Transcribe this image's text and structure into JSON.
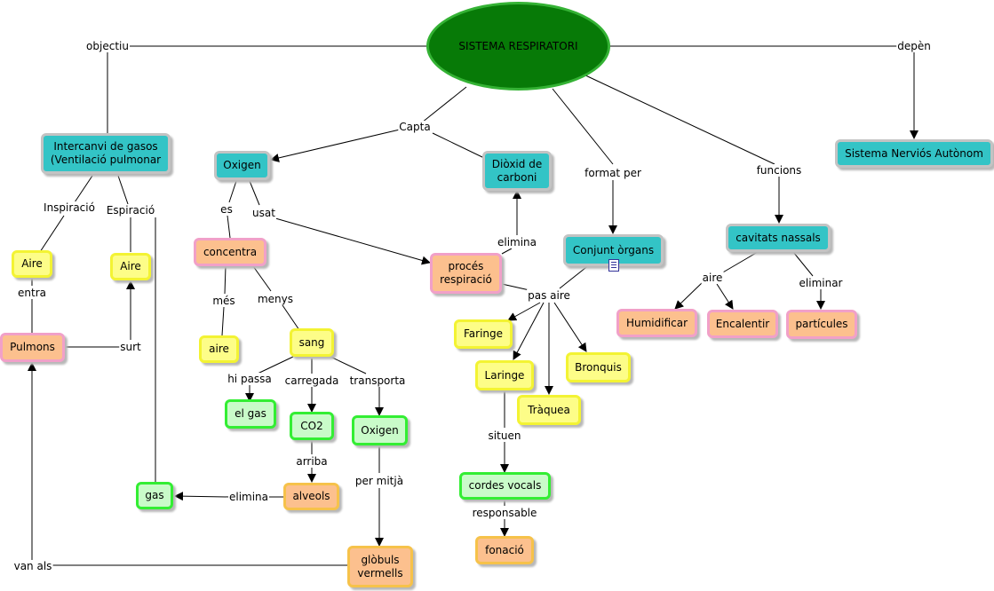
{
  "root": "SISTEMA RESPIRATORI",
  "concepts": {
    "intercanvi": "Intercanvi de gasos\n(Ventilació pulmonar",
    "oxigen1": "Oxigen",
    "dioxid": "Diòxid de\ncarboni",
    "conjunt": "Conjunt òrgans",
    "cavitats": "cavitats nassals",
    "sistema_nervios": "Sistema Nerviós Autònom",
    "aire1": "Aire",
    "aire2": "Aire",
    "pulmons": "Pulmons",
    "concentra": "concentra",
    "aire3": "aire",
    "sang": "sang",
    "proces": "procés\nrespiració",
    "faringe": "Faringe",
    "laringe": "Laringe",
    "traquea": "Tràquea",
    "bronquis": "Bronquis",
    "humidificar": "Humidificar",
    "encalentir": "Encalentir",
    "particules": "partícules",
    "el_gas": "el gas",
    "co2": "CO2",
    "oxigen2": "Oxigen",
    "gas": "gas",
    "alveols": "alveols",
    "globuls": "glòbuls\nvermells",
    "cordes": "cordes vocals",
    "fonacio": "fonació"
  },
  "links": {
    "objectiu": "objectiu",
    "depen": "depèn",
    "capta": "Capta",
    "format_per": "format per",
    "funcions": "funcions",
    "inspiracio": "Inspiració",
    "espiracio": "Espiració",
    "entra": "entra",
    "surt": "surt",
    "es": "es",
    "usat": "usat",
    "mes": "més",
    "menys": "menys",
    "elimina1": "elimina",
    "pas_aire": "pas aire",
    "aire_link": "aire",
    "eliminar": "eliminar",
    "hi_passa": "hi passa",
    "carregada": "carregada",
    "transporta": "transporta",
    "arriba": "arriba",
    "elimina2": "elimina",
    "per_mitja": "per mitjà",
    "situen": "situen",
    "responsable": "responsable",
    "van_als": "van als"
  },
  "colors": {
    "root_fill": "#077a07",
    "teal": "#33c4c6",
    "yellow": "#fdfd88",
    "orange": "#fcc08e",
    "green": "#c9fbc9"
  },
  "icons": {
    "resource": "document-icon"
  }
}
